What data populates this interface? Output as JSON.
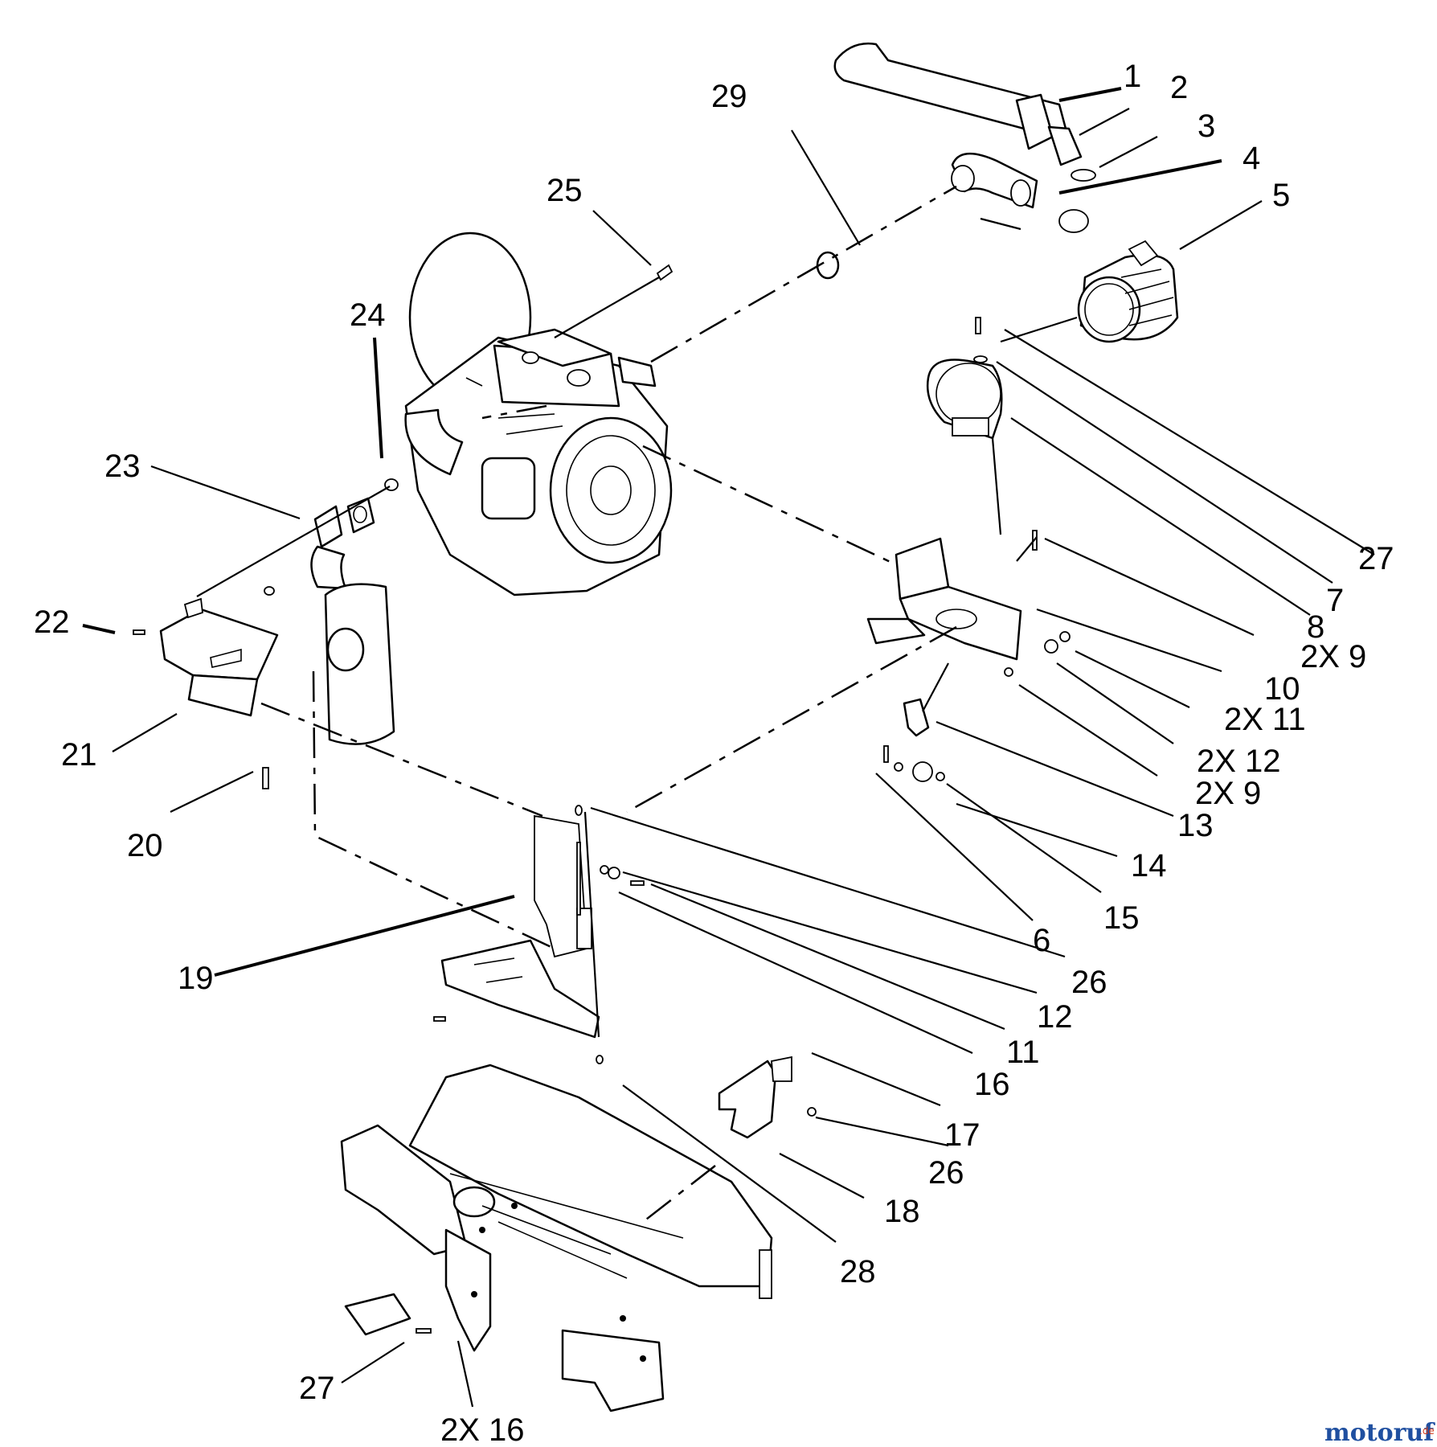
{
  "callouts": {
    "c1": "1",
    "c2": "2",
    "c3": "3",
    "c4": "4",
    "c5": "5",
    "c6": "6",
    "c7": "7",
    "c8": "8",
    "c9a": "2X 9",
    "c9b": "2X 9",
    "c10": "10",
    "c11a": "2X 11",
    "c11b": "11",
    "c12a": "2X 12",
    "c12b": "12",
    "c13": "13",
    "c14": "14",
    "c15": "15",
    "c16a": "16",
    "c16b": "2X 16",
    "c17": "17",
    "c18": "18",
    "c19": "19",
    "c20": "20",
    "c21": "21",
    "c22": "22",
    "c23": "23",
    "c24": "24",
    "c25": "25",
    "c26a": "26",
    "c26b": "26",
    "c27a": "27",
    "c27b": "27",
    "c28": "28",
    "c29": "29"
  },
  "watermark": {
    "brand": "motoruf",
    "suffix": ".de",
    "brand_color": "#1f4fa0",
    "accent_color": "#d23c1e"
  }
}
